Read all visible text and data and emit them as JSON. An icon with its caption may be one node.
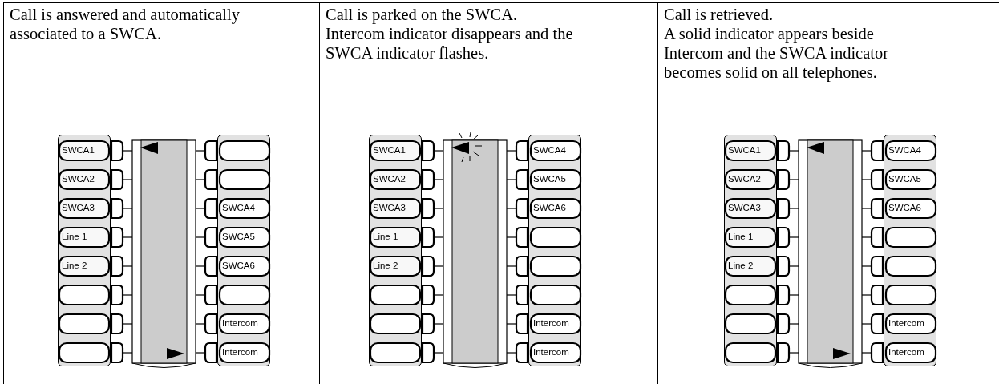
{
  "diagram": {
    "labels": [
      "Call is answered and automatically associated to a SWCA.",
      "Call is parked on the SWCA.",
      "Intercom indicator disappears and the SWCA indicator flashes.",
      "Call is retrieved.",
      "A solid indicator appears beside Intercom and the SWCA indicator becomes solid on all telephones.",
      "SWCA1",
      "SWCA2",
      "SWCA3",
      "SWCA4",
      "Line 1",
      "SWCA5",
      "Line 2",
      "SWCA6",
      "Intercom",
      "Intercom",
      "SWCA1",
      "SWCA4",
      "SWCA2",
      "SWCA5",
      "SWCA3",
      "SWCA6",
      "Line 1",
      "Line 2",
      "Intercom",
      "Intercom",
      "SWCA1",
      "SWCA4",
      "SWCA2",
      "SWCA5",
      "SWCA3",
      "SWCA6",
      "Line 1",
      "Line 2",
      "Intercom",
      "Intercom"
    ]
  }
}
